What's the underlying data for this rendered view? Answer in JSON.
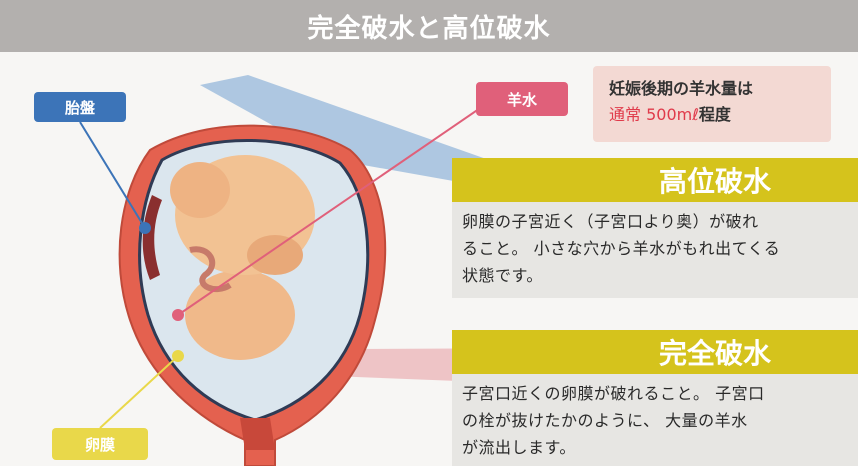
{
  "title": "完全破水と高位破水",
  "labels": {
    "placenta": "胎盤",
    "amniotic_fluid": "羊水",
    "membrane": "卵膜"
  },
  "info": {
    "line1": "妊娠後期の羊水量は",
    "line2_red": "通常 500mℓ",
    "line2_rest": "程度"
  },
  "high_rupture": {
    "heading": "高位破水",
    "line1": "卵膜の子宮近く（子宮口より奥）が破れ",
    "line2": "ること。 小さな穴から羊水がもれ出てくる",
    "line3": "状態です。"
  },
  "full_rupture": {
    "heading": "完全破水",
    "line1": "子宮口近くの卵膜が破れること。 子宮口",
    "line2": "の栓が抜けたかのように、 大量の羊水",
    "line3": "が流出します。"
  },
  "colors": {
    "title_bg": "#b3b0ae",
    "placenta_tag": "#3c74b8",
    "amniotic_tag": "#e0607a",
    "membrane_tag": "#e9d84a",
    "heading_bg": "#d5c31c",
    "info_bg": "#f3d9d3",
    "info_red": "#e03a4a"
  }
}
